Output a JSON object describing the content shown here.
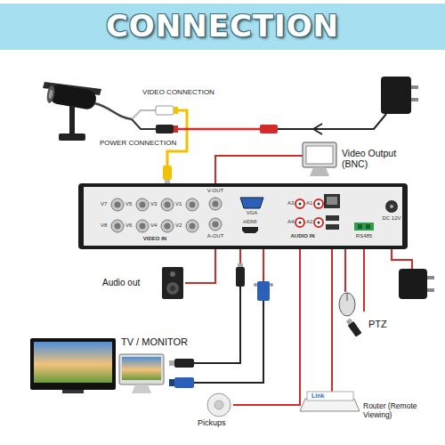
{
  "diagram": {
    "title": "CONNECTION",
    "labels": [
      "VIDEO CONNECTION",
      "POWER CONNECTION",
      "Video Output (BNC)",
      "V7",
      "V5",
      "V3",
      "V1",
      "V8",
      "V6",
      "V4",
      "V2",
      "VIDEO IN",
      "V-OUT",
      "A-OUT",
      "VGA",
      "HDMI",
      "A3",
      "A1",
      "A4",
      "A2",
      "AUDIO IN",
      "RS485",
      "DC 12V",
      "Audio out",
      "TV / MONITOR",
      "PTZ",
      "Link",
      "Router (Remote Viewing)",
      "Pickups"
    ]
  }
}
